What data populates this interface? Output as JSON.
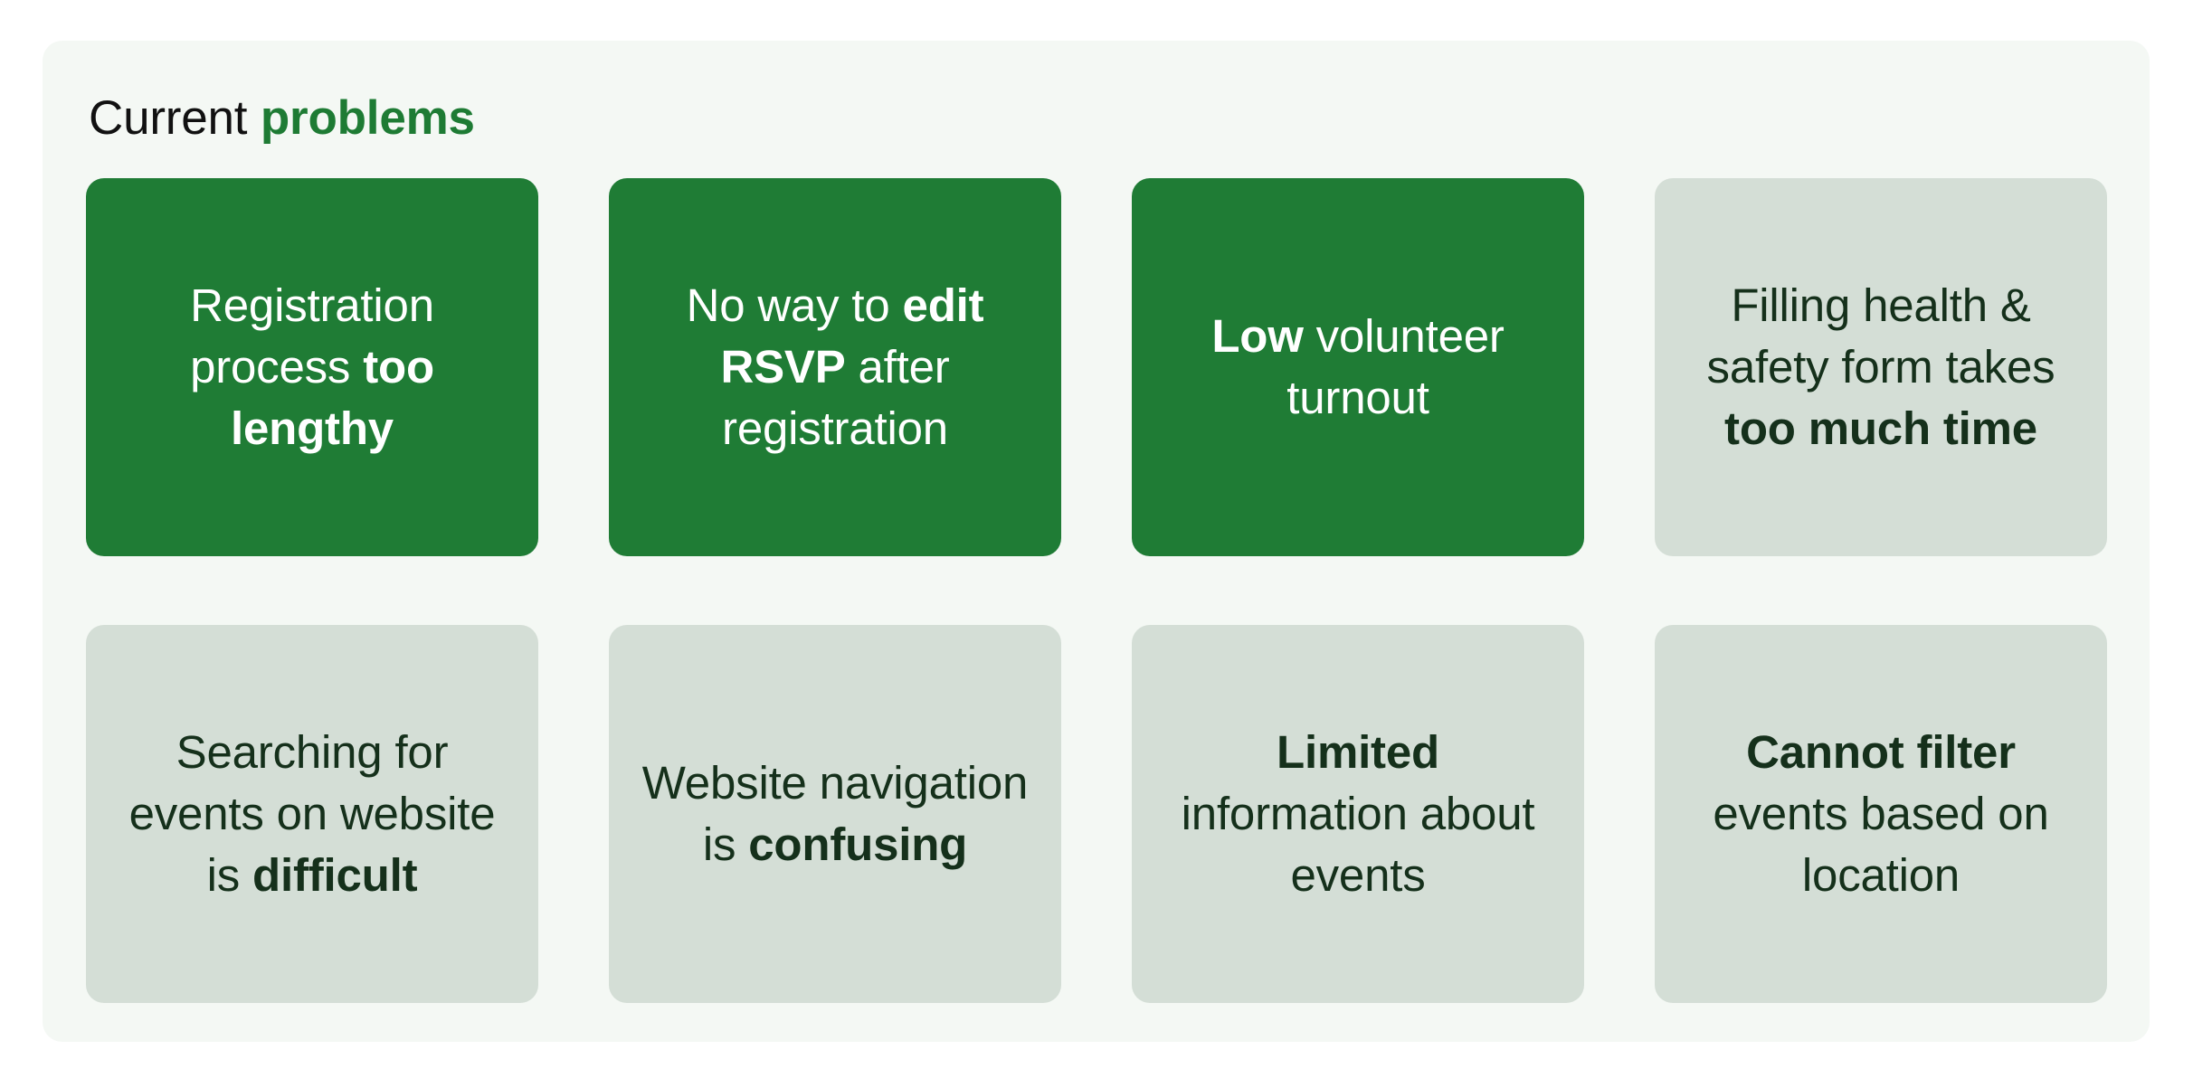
{
  "board": {
    "title_plain": "Current",
    "title_accent": "problems",
    "background_color": "#F4F8F4",
    "green_color": "#1F7C35",
    "gray_color": "#D4DED6",
    "green_text_color": "#FFFFFF",
    "gray_text_color": "#15301B"
  },
  "cards": [
    {
      "id": "registration-process-too-lengthy",
      "style": "green",
      "segments": [
        {
          "text": "Registration process ",
          "bold": false
        },
        {
          "text": "too lengthy",
          "bold": true
        }
      ],
      "plain_text": "Registration process too lengthy"
    },
    {
      "id": "no-way-to-edit-rsvp-after-registration",
      "style": "green",
      "segments": [
        {
          "text": "No way to ",
          "bold": false
        },
        {
          "text": "edit RSVP",
          "bold": true
        },
        {
          "text": " after registration",
          "bold": false
        }
      ],
      "plain_text": "No way to edit RSVP after registration"
    },
    {
      "id": "low-volunteer-turnout",
      "style": "green",
      "segments": [
        {
          "text": "Low",
          "bold": true
        },
        {
          "text": " volunteer turnout",
          "bold": false
        }
      ],
      "plain_text": "Low volunteer turnout"
    },
    {
      "id": "health-safety-form-takes-too-much-time",
      "style": "gray",
      "segments": [
        {
          "text": "Filling health & safety form takes ",
          "bold": false
        },
        {
          "text": "too much time",
          "bold": true
        }
      ],
      "plain_text": "Filling health & safety form takes too much time"
    },
    {
      "id": "searching-for-events-is-difficult",
      "style": "gray",
      "segments": [
        {
          "text": "Searching for events on website is ",
          "bold": false
        },
        {
          "text": "difficult",
          "bold": true
        }
      ],
      "plain_text": "Searching for events on website is difficult"
    },
    {
      "id": "website-navigation-is-confusing",
      "style": "gray",
      "segments": [
        {
          "text": "Website navigation is ",
          "bold": false
        },
        {
          "text": "confusing",
          "bold": true
        }
      ],
      "plain_text": "Website navigation is confusing"
    },
    {
      "id": "limited-information-about-events",
      "style": "gray",
      "segments": [
        {
          "text": "Limited",
          "bold": true
        },
        {
          "text": " information about events",
          "bold": false
        }
      ],
      "plain_text": "Limited information about events"
    },
    {
      "id": "cannot-filter-events-based-on-location",
      "style": "gray",
      "segments": [
        {
          "text": "Cannot filter",
          "bold": true
        },
        {
          "text": " events based on location",
          "bold": false
        }
      ],
      "plain_text": "Cannot filter events based on location"
    }
  ]
}
